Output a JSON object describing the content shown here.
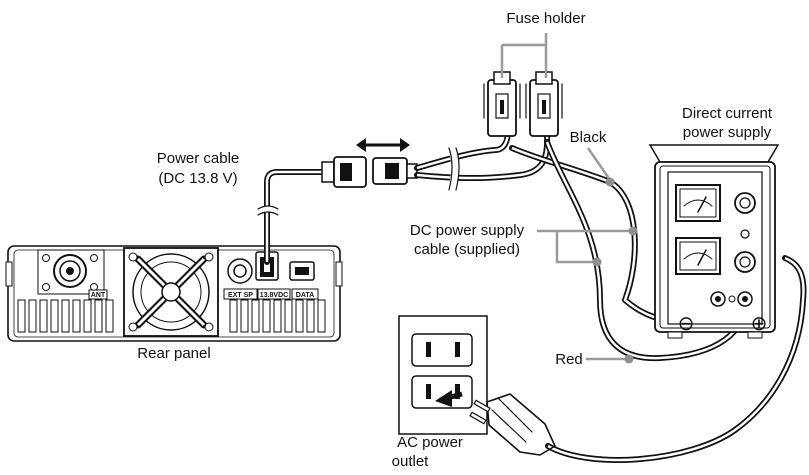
{
  "labels": {
    "fuse_holder": "Fuse holder",
    "direct_current_l1": "Direct current",
    "direct_current_l2": "power supply",
    "black": "Black",
    "power_cable_l1": "Power cable",
    "power_cable_l2": "(DC 13.8 V)",
    "dc_cable_l1": "DC power supply",
    "dc_cable_l2": "cable (supplied)",
    "rear_panel": "Rear panel",
    "red": "Red",
    "ac_outlet_l1": "AC power",
    "ac_outlet_l2": "outlet"
  },
  "panel_labels": {
    "ant": "ANT",
    "ext_sp": "EXT SP",
    "v138": "13.8VDC",
    "data": "DATA"
  },
  "symbols": {
    "minus": "⊖",
    "plus": "⊕"
  }
}
